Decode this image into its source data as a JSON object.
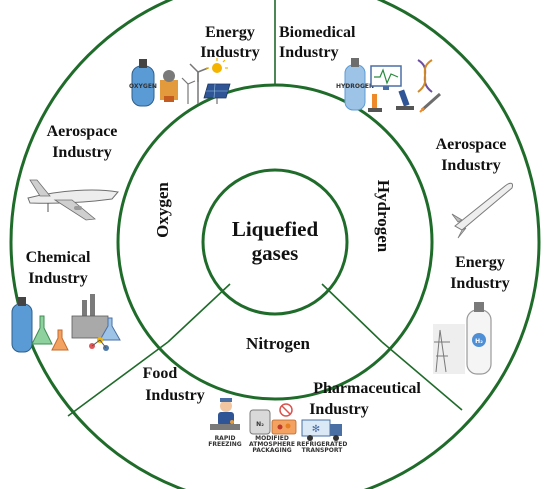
{
  "center": {
    "line1": "Liquefied",
    "line2": "gases"
  },
  "gases": {
    "oxygen": "Oxygen",
    "hydrogen": "Hydrogen",
    "nitrogen": "Nitrogen"
  },
  "industries": {
    "energy_oxygen": {
      "line1": "Energy",
      "line2": "Industry"
    },
    "aerospace_oxygen": {
      "line1": "Aerospace",
      "line2": "Industry"
    },
    "chemical": {
      "line1": "Chemical",
      "line2": "Industry"
    },
    "biomedical": {
      "line1": "Biomedical",
      "line2": "Industry"
    },
    "aerospace_hydrogen": {
      "line1": "Aerospace",
      "line2": "Industry"
    },
    "energy_hydrogen": {
      "line1": "Energy",
      "line2": "Industry"
    },
    "food": {
      "line1": "Food",
      "line2": "Industry"
    },
    "pharmaceutical": {
      "line1": "Pharmaceutical",
      "line2": "Industry"
    }
  },
  "icon_text": {
    "oxygen_cylinder": "OXYGEN",
    "hydrogen_cylinder": "HYDROGEN",
    "h2_badge": "H₂",
    "n2_badge": "N₂",
    "rapid_freezing": [
      "RAPID",
      "FREEZING"
    ],
    "modified_atmosphere": [
      "MODIFIED",
      "ATMOSPHERE",
      "PACKAGING"
    ],
    "refrigerated_transport": [
      "REFRIGERATED",
      "TRANSPORT"
    ]
  },
  "colors": {
    "ring": "#1f6b2a",
    "cylinder_blue": "#5b9bd5",
    "text": "#111111"
  }
}
